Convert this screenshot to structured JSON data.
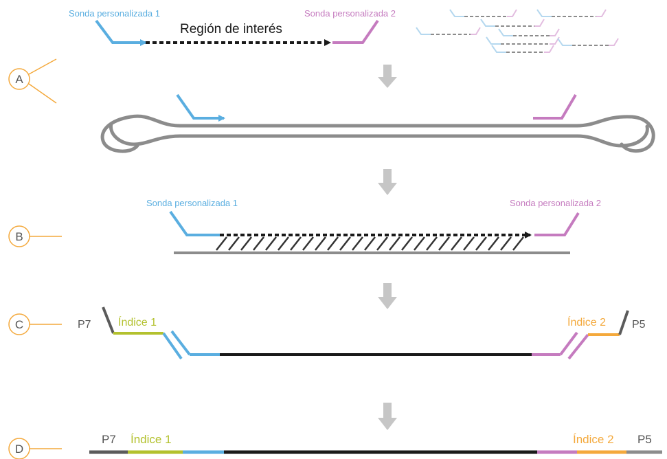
{
  "colors": {
    "blue": "#5aaee0",
    "pink": "#c57bbf",
    "gray": "#8c8c8c",
    "light_gray": "#c6c6c6",
    "black": "#1a1a1a",
    "orange": "#f4a93c",
    "olive": "#b3c12e",
    "dark_gray": "#5b5b5b"
  },
  "step_markers": [
    {
      "letter": "A"
    },
    {
      "letter": "B"
    },
    {
      "letter": "C"
    },
    {
      "letter": "D"
    }
  ],
  "labels": {
    "probe1": "Sonda personalizada 1",
    "probe2": "Sonda personalizada 2",
    "region": "Región de interés",
    "p7": "P7",
    "p5": "P5",
    "index1": "Índice 1",
    "index2": "Índice 2"
  }
}
